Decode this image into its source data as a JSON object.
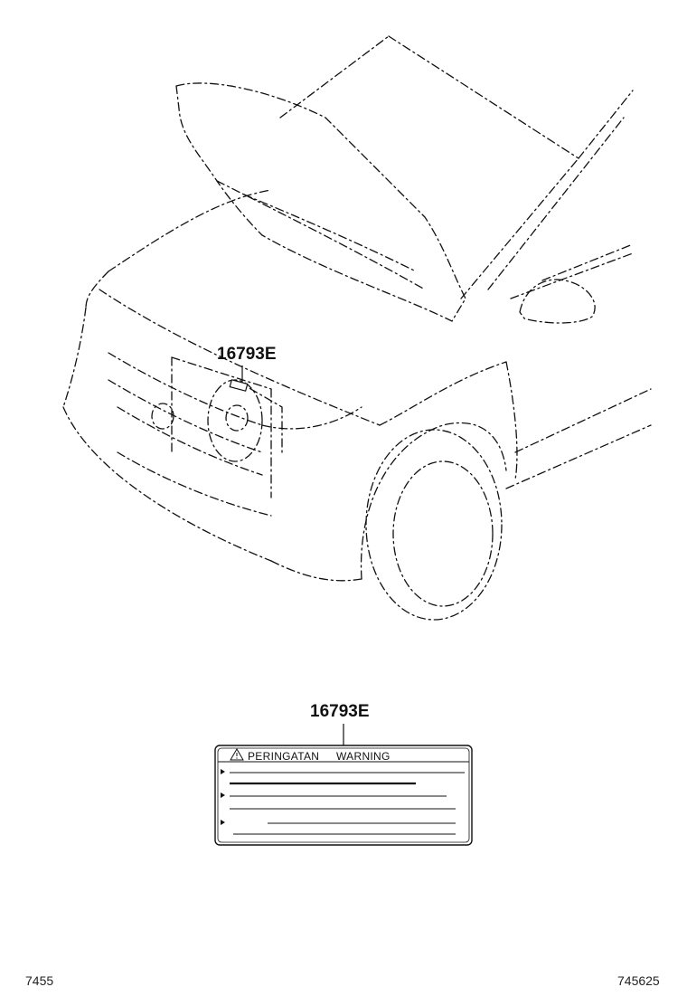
{
  "diagram": {
    "part_number_on_car": "16793E",
    "part_number_label": "16793E"
  },
  "warning_label": {
    "title_local": "PERINGATAN",
    "title_english": "WARNING",
    "icon": "warning-triangle-icon",
    "bullet_icon": "triangle-bullet-icon"
  },
  "footer": {
    "left_code": "7455",
    "right_code": "745625"
  }
}
